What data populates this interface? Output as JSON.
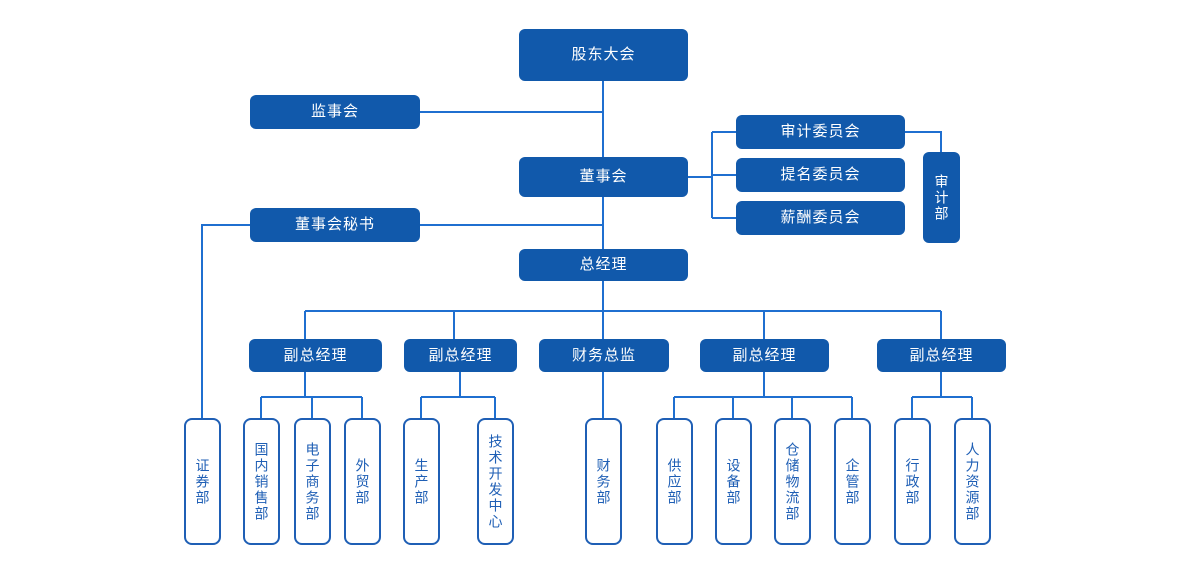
{
  "diagram": {
    "type": "organization-chart",
    "accent_color": "#1159ab",
    "outline_color": "#1f5fb5",
    "connector_color": "#1f6fd0",
    "background": "#ffffff"
  },
  "nodes": {
    "shareholders_meeting": {
      "label": "股东大会",
      "style": "filled",
      "orientation": "horizontal"
    },
    "supervisory_board": {
      "label": "监事会",
      "style": "filled",
      "orientation": "horizontal"
    },
    "board_of_directors": {
      "label": "董事会",
      "style": "filled",
      "orientation": "horizontal"
    },
    "audit_committee": {
      "label": "审计委员会",
      "style": "filled",
      "orientation": "horizontal"
    },
    "nomination_committee": {
      "label": "提名委员会",
      "style": "filled",
      "orientation": "horizontal"
    },
    "remuneration_committee": {
      "label": "薪酬委员会",
      "style": "filled",
      "orientation": "horizontal"
    },
    "audit_department": {
      "label": "审计部",
      "style": "filled",
      "orientation": "vertical"
    },
    "board_secretary": {
      "label": "董事会秘书",
      "style": "filled",
      "orientation": "horizontal"
    },
    "general_manager": {
      "label": "总经理",
      "style": "filled",
      "orientation": "horizontal"
    },
    "vp_1": {
      "label": "副总经理",
      "style": "filled",
      "orientation": "horizontal"
    },
    "vp_2": {
      "label": "副总经理",
      "style": "filled",
      "orientation": "horizontal"
    },
    "cfo": {
      "label": "财务总监",
      "style": "filled",
      "orientation": "horizontal"
    },
    "vp_3": {
      "label": "副总经理",
      "style": "filled",
      "orientation": "horizontal"
    },
    "vp_4": {
      "label": "副总经理",
      "style": "filled",
      "orientation": "horizontal"
    },
    "securities_dept": {
      "label": "证券部",
      "style": "outlined",
      "orientation": "vertical"
    },
    "domestic_sales_dept": {
      "label": "国内销售部",
      "style": "outlined",
      "orientation": "vertical"
    },
    "ecommerce_dept": {
      "label": "电子商务部",
      "style": "outlined",
      "orientation": "vertical"
    },
    "foreign_trade_dept": {
      "label": "外贸部",
      "style": "outlined",
      "orientation": "vertical"
    },
    "production_dept": {
      "label": "生产部",
      "style": "outlined",
      "orientation": "vertical"
    },
    "tech_dev_center": {
      "label": "技术开发中心",
      "style": "outlined",
      "orientation": "vertical"
    },
    "finance_dept": {
      "label": "财务部",
      "style": "outlined",
      "orientation": "vertical"
    },
    "supply_dept": {
      "label": "供应部",
      "style": "outlined",
      "orientation": "vertical"
    },
    "equipment_dept": {
      "label": "设备部",
      "style": "outlined",
      "orientation": "vertical"
    },
    "warehouse_logistics_dept": {
      "label": "仓储物流部",
      "style": "outlined",
      "orientation": "vertical"
    },
    "enterprise_mgmt_dept": {
      "label": "企管部",
      "style": "outlined",
      "orientation": "vertical"
    },
    "administration_dept": {
      "label": "行政部",
      "style": "outlined",
      "orientation": "vertical"
    },
    "human_resources_dept": {
      "label": "人力资源部",
      "style": "outlined",
      "orientation": "vertical"
    }
  },
  "hierarchy": {
    "root": "股东大会",
    "levels": [
      [
        "股东大会"
      ],
      [
        "监事会",
        "董事会"
      ],
      [
        "审计委员会",
        "提名委员会",
        "薪酬委员会",
        "审计部"
      ],
      [
        "董事会秘书",
        "总经理"
      ],
      [
        "副总经理",
        "副总经理",
        "财务总监",
        "副总经理",
        "副总经理"
      ],
      [
        "证券部",
        "国内销售部",
        "电子商务部",
        "外贸部",
        "生产部",
        "技术开发中心",
        "财务部",
        "供应部",
        "设备部",
        "仓储物流部",
        "企管部",
        "行政部",
        "人力资源部"
      ]
    ]
  }
}
